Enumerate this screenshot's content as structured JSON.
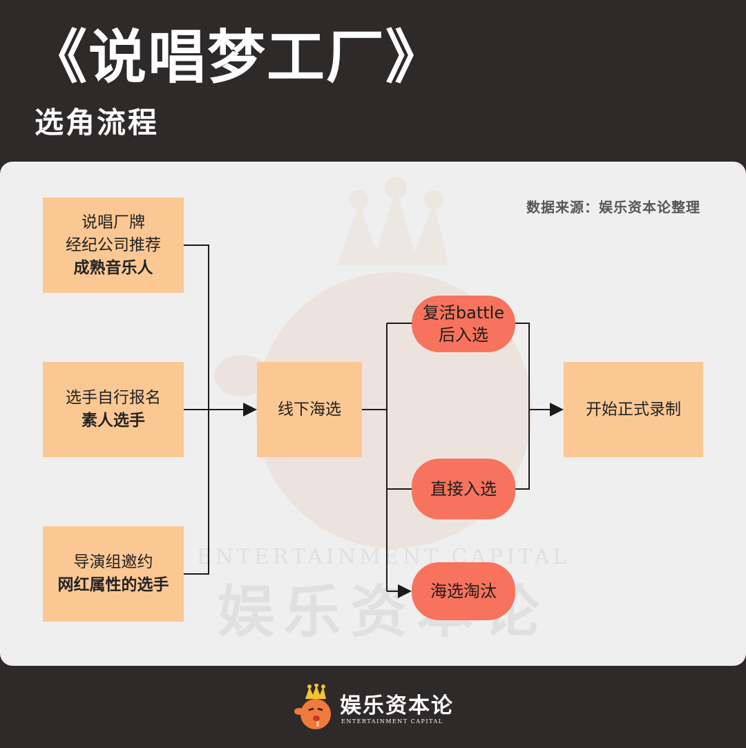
{
  "header": {
    "title": "《说唱梦工厂》",
    "subtitle": "选角流程"
  },
  "panel": {
    "source": "数据来源：娱乐资本论整理"
  },
  "sources": [
    {
      "line1": "说唱厂牌",
      "line2": "经纪公司推荐",
      "bold": "成熟音乐人"
    },
    {
      "line1": "选手自行报名",
      "bold": "素人选手"
    },
    {
      "line1": "导演组邀约",
      "bold": "网红属性的选手"
    }
  ],
  "audition": {
    "label": "线下海选"
  },
  "outcomes": {
    "revival": {
      "line1": "复活battle",
      "line2": "后入选"
    },
    "direct": {
      "label": "直接入选"
    },
    "eliminated": {
      "label": "海选淘汰"
    }
  },
  "final": {
    "label": "开始正式录制"
  },
  "watermark": {
    "en": "ENTERTAINMENT CAPITAL",
    "cn": "娱乐资本论"
  },
  "footer": {
    "brand_cn": "娱乐资本论",
    "brand_en": "ENTERTAINMENT CAPITAL",
    "logo_icon": "crowned-mascot-icon"
  },
  "colors": {
    "background": "#2e2a29",
    "panel": "#efefef",
    "box": "#fbc894",
    "pill": "#f7735d",
    "line": "#1a1a1a"
  }
}
